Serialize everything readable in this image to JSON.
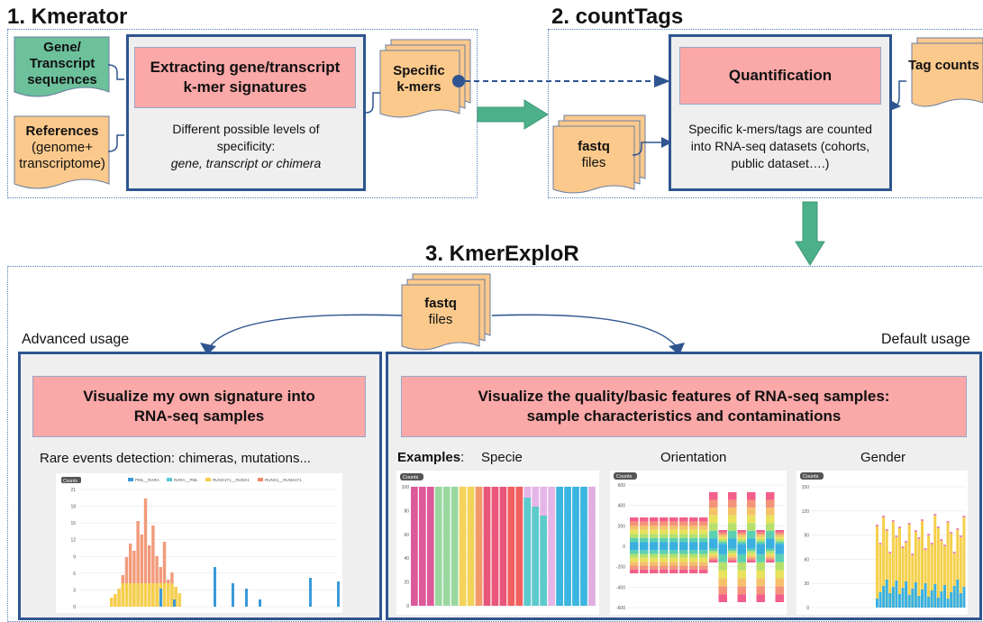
{
  "section1": {
    "title": "1. Kmerator",
    "input_gene": [
      "Gene/",
      "Transcript",
      "sequences"
    ],
    "input_ref": [
      "References",
      "(genome+",
      "transcriptome)"
    ],
    "box_title": [
      "Extracting gene/transcript",
      "k-mer signatures"
    ],
    "box_desc": [
      "Different possible levels of",
      "specificity:"
    ],
    "box_desc_italic": "gene, transcript or chimera",
    "output": [
      "Specific",
      "k-mers"
    ]
  },
  "section2": {
    "title": "2. countTags",
    "input": [
      "fastq",
      "files"
    ],
    "box_title": "Quantification",
    "box_desc": [
      "Specific k-mers/tags are counted",
      "into RNA-seq datasets (cohorts,",
      "public dataset….)"
    ],
    "output": "Tag counts"
  },
  "section3": {
    "title": "3. KmerExploR",
    "input": [
      "fastq",
      "files"
    ],
    "advanced_label": "Advanced usage",
    "default_label": "Default usage",
    "left_box_title": [
      "Visualize my own signature into",
      "RNA-seq samples"
    ],
    "left_desc": "Rare events detection: chimeras, mutations...",
    "right_box_title": [
      "Visualize the quality/basic features of RNA-seq samples:",
      "sample characteristics and contaminations"
    ],
    "examples_label": "Examples",
    "examples_colon": ":",
    "example_specie": "Specie",
    "example_orientation": "Orientation",
    "example_gender": "Gender"
  },
  "mini_charts": {
    "counts_label": "Counts",
    "legend": [
      "PML__RARA",
      "RARA__PML",
      "RUNX1T1__RUNX1",
      "RUNX1__RUNX1T1"
    ],
    "legend_colors": [
      "#3b9ad8",
      "#5bc8d8",
      "#f5d04a",
      "#f08a6a"
    ],
    "chimera_yticks": [
      "21",
      "18",
      "15",
      "12",
      "9",
      "6",
      "3",
      "0"
    ],
    "specie_yticks": [
      "100",
      "80",
      "60",
      "40",
      "20",
      "0"
    ],
    "orientation_yticks": [
      "600",
      "400",
      "200",
      "0",
      "-200",
      "-400",
      "-600"
    ],
    "gender_yticks": [
      "150",
      "120",
      "90",
      "60",
      "30",
      "0"
    ]
  },
  "colors": {
    "box_border": "#2e5590",
    "pink": "#fba8a8",
    "orange_doc": "#fbc98c",
    "green_doc": "#6cc09a",
    "arrow_green": "#4cb08a"
  }
}
